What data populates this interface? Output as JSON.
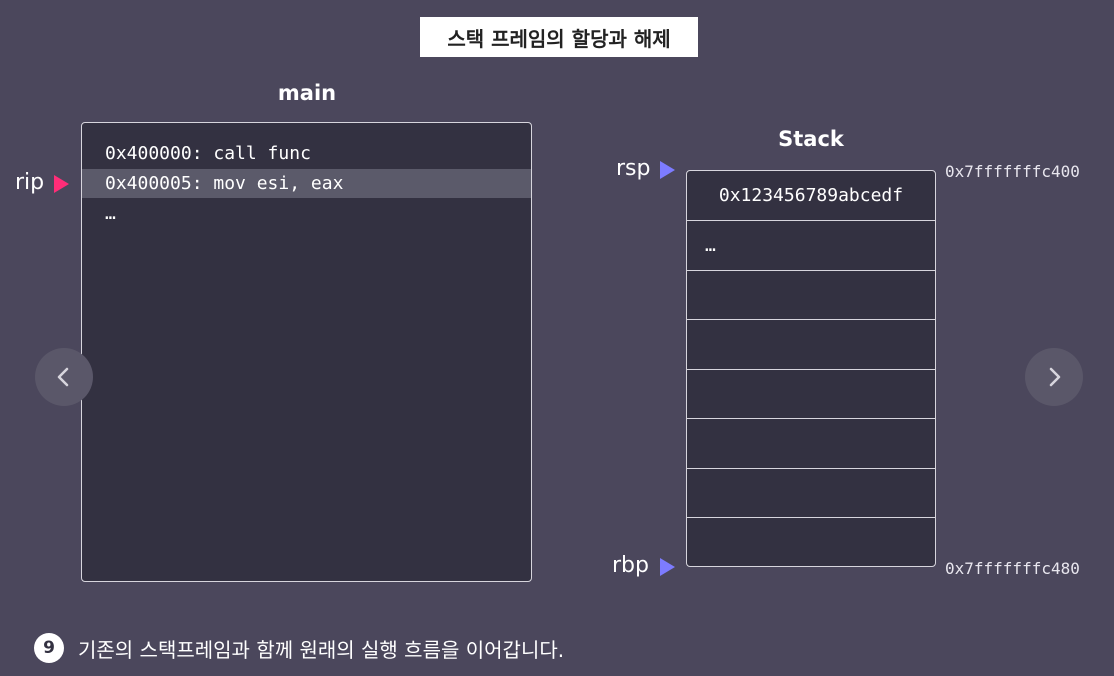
{
  "title": "스택 프레임의 할당과 해제",
  "main_panel": {
    "label": "main",
    "lines": [
      "0x400000: call func",
      "0x400005: mov esi, eax",
      "…"
    ],
    "highlight_index": 1
  },
  "pointers": {
    "rip": "rip",
    "rsp": "rsp",
    "rbp": "rbp",
    "rip_color": "#ff2d78",
    "stack_ptr_color": "#7d7cff"
  },
  "stack": {
    "label": "Stack",
    "cells": [
      "0x123456789abcedf",
      "…",
      "",
      "",
      "",
      "",
      "",
      ""
    ],
    "top_address": "0x7fffffffc400",
    "bottom_address": "0x7fffffffc480"
  },
  "navigation": {
    "prev_icon": "chevron-left-icon",
    "next_icon": "chevron-right-icon"
  },
  "caption": {
    "step": "9",
    "text": "기존의 스택프레임과 함께 원래의 실행 흐름을 이어갑니다."
  }
}
